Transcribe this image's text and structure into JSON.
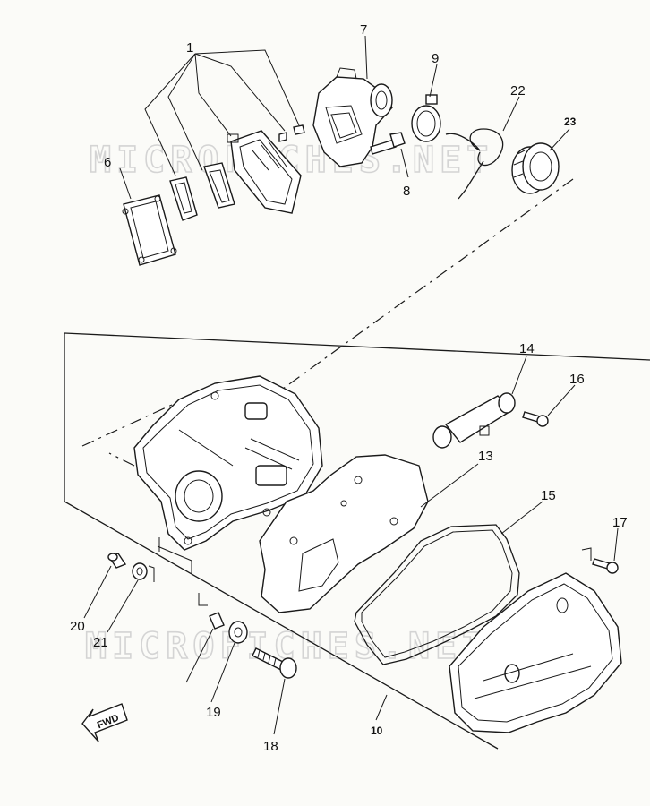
{
  "watermarks": [
    "MICROFICHES.NET",
    "MICROFICHES.NET"
  ],
  "fwd_arrow": "FWD",
  "callouts": {
    "p1": "1",
    "p6": "6",
    "p7": "7",
    "p8": "8",
    "p9": "9",
    "p22": "22",
    "p23": "23",
    "p14": "14",
    "p16": "16",
    "p13": "13",
    "p15": "15",
    "p17": "17",
    "p20": "20",
    "p21": "21",
    "p19": "19",
    "p18": "18",
    "p10": "10"
  }
}
